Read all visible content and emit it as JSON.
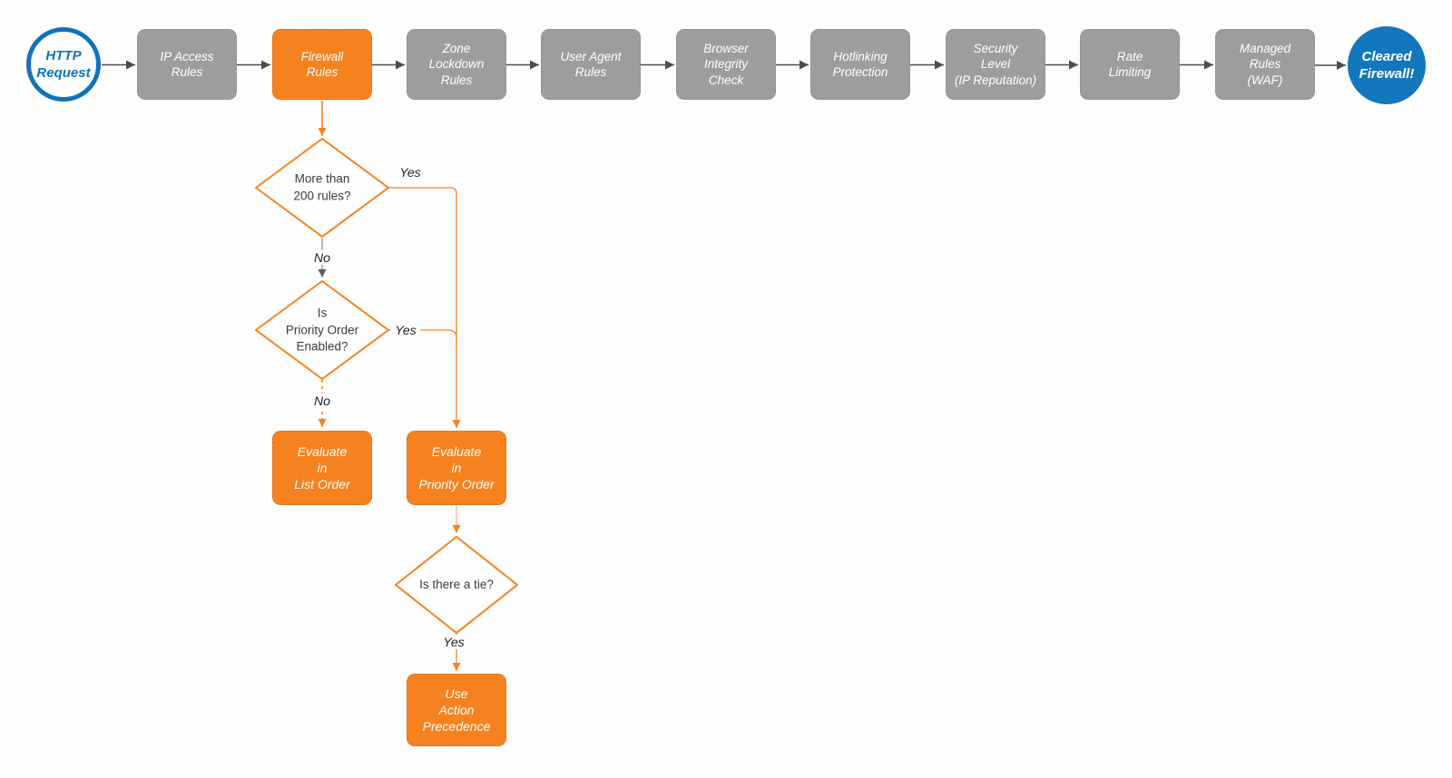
{
  "colors": {
    "orange": "#F6821F",
    "gray": "#9D9D9D",
    "blue": "#1073BA",
    "blue_fill": "#1377BD",
    "arrow_dark": "#4D4D4D",
    "pale_orange": "#FAC2A0"
  },
  "pipeline": {
    "start": {
      "lines": [
        "HTTP",
        "Request"
      ]
    },
    "stages": [
      {
        "lines": [
          "IP Access",
          "Rules"
        ],
        "highlight": false
      },
      {
        "lines": [
          "Firewall",
          "Rules"
        ],
        "highlight": true
      },
      {
        "lines": [
          "Zone",
          "Lockdown",
          "Rules"
        ],
        "highlight": false
      },
      {
        "lines": [
          "User Agent",
          "Rules"
        ],
        "highlight": false
      },
      {
        "lines": [
          "Browser",
          "Integrity",
          "Check"
        ],
        "highlight": false
      },
      {
        "lines": [
          "Hotlinking",
          "Protection"
        ],
        "highlight": false
      },
      {
        "lines": [
          "Security",
          "Level",
          "(IP Reputation)"
        ],
        "highlight": false
      },
      {
        "lines": [
          "Rate",
          "Limiting"
        ],
        "highlight": false
      },
      {
        "lines": [
          "Managed",
          "Rules",
          "(WAF)"
        ],
        "highlight": false
      }
    ],
    "end": {
      "lines": [
        "Cleared",
        "Firewall!"
      ]
    }
  },
  "decisions": [
    {
      "lines": [
        "More than",
        "200 rules?"
      ]
    },
    {
      "lines": [
        "Is",
        "Priority Order",
        "Enabled?"
      ]
    },
    {
      "lines": [
        "Is there a tie?"
      ]
    }
  ],
  "actions": [
    {
      "lines": [
        "Evaluate",
        "in",
        "List Order"
      ]
    },
    {
      "lines": [
        "Evaluate",
        "in",
        "Priority Order"
      ]
    },
    {
      "lines": [
        "Use",
        "Action",
        "Precedence"
      ]
    }
  ],
  "edge_labels": {
    "yes1": "Yes",
    "no1": "No",
    "yes2": "Yes",
    "no2": "No",
    "yes3": "Yes"
  }
}
